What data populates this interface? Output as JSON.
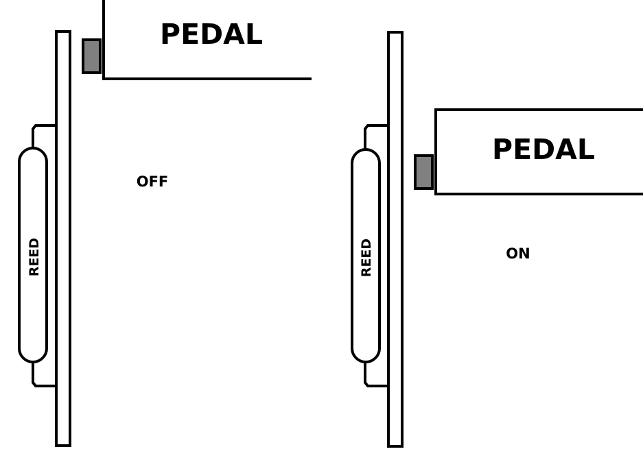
{
  "panels": [
    {
      "pedal_label": "PEDAL",
      "reed_label": "REED",
      "state_label": "OFF"
    },
    {
      "pedal_label": "PEDAL",
      "reed_label": "REED",
      "state_label": "ON"
    }
  ],
  "colors": {
    "stroke": "#000000",
    "magnet_fill": "#808080",
    "background": "#ffffff"
  }
}
